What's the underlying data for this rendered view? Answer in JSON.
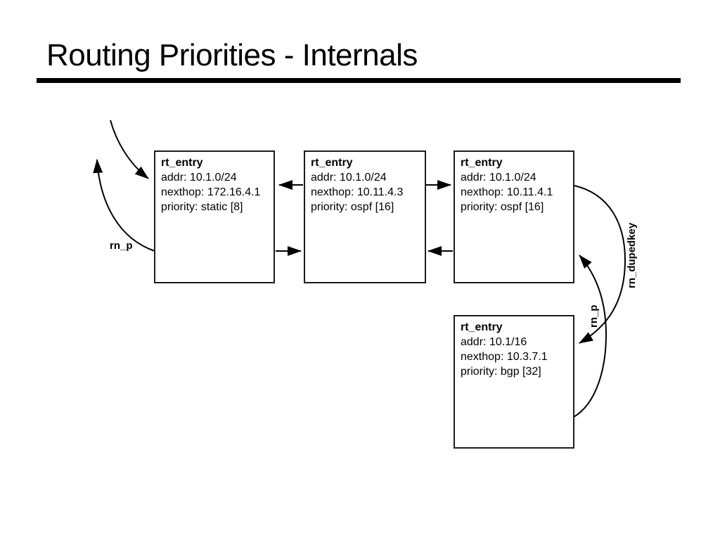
{
  "title": "Routing Priorities - Internals",
  "nodes": [
    {
      "title": "rt_entry",
      "lines": [
        "addr: 10.1.0/24",
        "nexthop: 172.16.4.1",
        "priority: static [8]"
      ]
    },
    {
      "title": "rt_entry",
      "lines": [
        "addr: 10.1.0/24",
        "nexthop: 10.11.4.3",
        "priority: ospf [16]"
      ]
    },
    {
      "title": "rt_entry",
      "lines": [
        "addr: 10.1.0/24",
        "nexthop: 10.11.4.1",
        "priority: ospf [16]"
      ]
    },
    {
      "title": "rt_entry",
      "lines": [
        "addr: 10.1/16",
        "nexthop: 10.3.7.1",
        "priority: bgp [32]"
      ]
    }
  ],
  "labels": {
    "rn_p_left": "rn_p",
    "rn_p_right": "rn_p",
    "rn_dupedkey": "rn_dupedkey"
  },
  "colors": {
    "line": "#000000",
    "text": "#000000",
    "background": "#ffffff"
  }
}
